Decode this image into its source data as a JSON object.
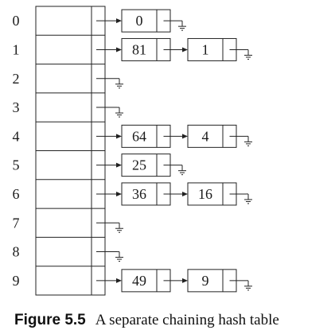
{
  "figure": {
    "caption_label": "Figure 5.5",
    "caption_text": "A separate chaining hash table"
  },
  "hash_table": {
    "indices": [
      "0",
      "1",
      "2",
      "3",
      "4",
      "5",
      "6",
      "7",
      "8",
      "9"
    ],
    "chains": [
      [
        "0"
      ],
      [
        "81",
        "1"
      ],
      [],
      [],
      [
        "64",
        "4"
      ],
      [
        "25"
      ],
      [
        "36",
        "16"
      ],
      [],
      [],
      [
        "49",
        "9"
      ]
    ]
  }
}
